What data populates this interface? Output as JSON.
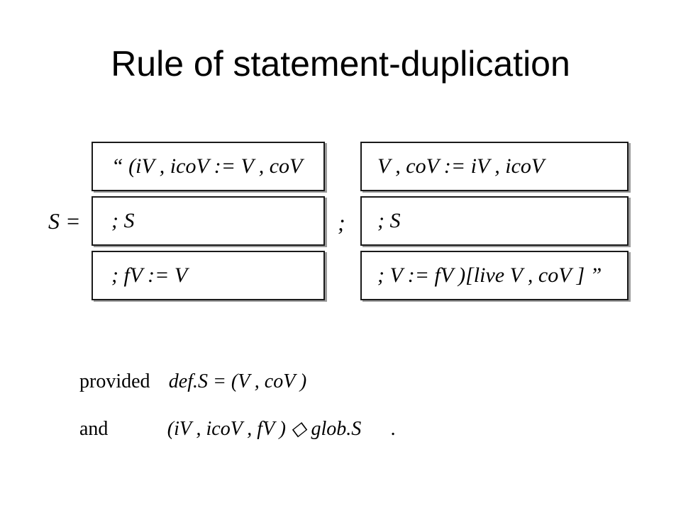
{
  "slide": {
    "title": "Rule of statement-duplication"
  },
  "rule": {
    "lhs": "S =",
    "sequence_separator": ";",
    "left_column": [
      "“ (iV , icoV := V , coV",
      "; S",
      "; fV := V"
    ],
    "right_column": [
      "V , coV := iV , icoV",
      "; S",
      "; V := fV )[live V , coV ] ”"
    ]
  },
  "provisos": [
    {
      "keyword": "provided",
      "expression": "def.S = (V , coV )"
    },
    {
      "keyword": "and",
      "expression": "(iV , icoV , fV ) ◇ glob.S      ."
    }
  ]
}
